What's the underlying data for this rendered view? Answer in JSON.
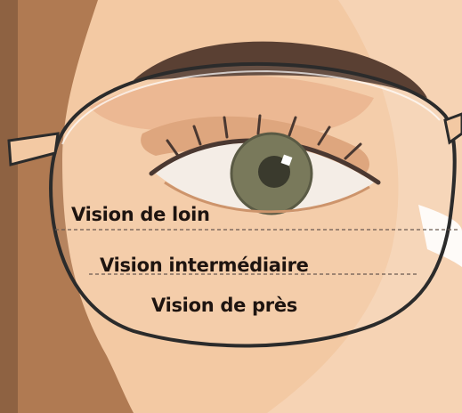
{
  "zones": {
    "far_label": "Vision de loin",
    "intermediate_label": "Vision intermédiaire",
    "near_label": "Vision de près"
  },
  "colors": {
    "skin_light": "#f3c9a3",
    "skin_mid": "#e2a57a",
    "skin_dark": "#c98b5f",
    "hair": "#9c6d48",
    "brow": "#5a4033",
    "iris": "#6e6e4e",
    "pupil": "#2a2a1c",
    "frame": "#2b2b2b",
    "lens_tint": "#ffffff",
    "divider": "#6a5a50",
    "label_text": "#1e1410"
  },
  "icons": [
    "eye-illustration",
    "glasses-frame"
  ]
}
